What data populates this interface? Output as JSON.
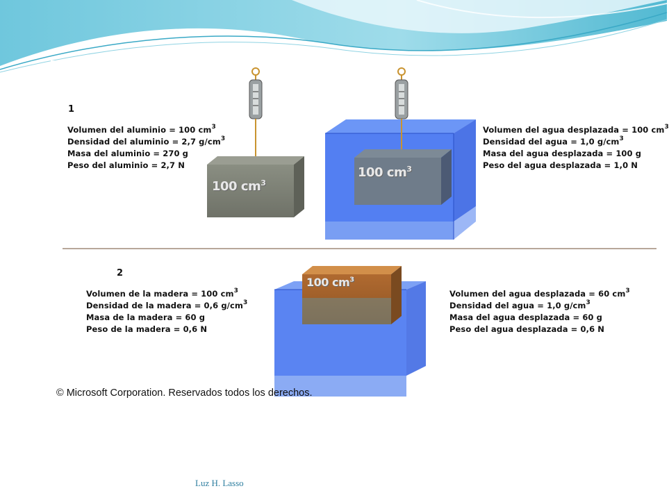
{
  "footer": {
    "author": "Luz H. Lasso"
  },
  "figure": {
    "copyright": "© Microsoft Corporation. Reservados todos los derechos.",
    "part1": {
      "step": "1",
      "left_lines": [
        "Volumen del aluminio = 100 cm",
        "Densidad del aluminio = 2,7 g/cm",
        "Masa del aluminio = 270 g",
        "Peso del aluminio = 2,7 N"
      ],
      "left_sups": [
        "3",
        "3",
        "",
        ""
      ],
      "right_lines": [
        "Volumen del agua desplazada = 100 cm",
        "Densidad del agua = 1,0 g/cm",
        "Masa del agua desplazada = 100 g",
        "Peso del agua desplazada = 1,0 N"
      ],
      "right_sups": [
        "3",
        "3",
        "",
        ""
      ],
      "cube_label_a": "100 cm",
      "cube_label_a_sup": "3",
      "cube_label_b": "100 cm",
      "cube_label_b_sup": "3"
    },
    "part2": {
      "step": "2",
      "left_lines": [
        "Volumen de la madera = 100 cm",
        "Densidad de la madera = 0,6 g/cm",
        "Masa de la madera = 60 g",
        "Peso de la madera = 0,6 N"
      ],
      "left_sups": [
        "3",
        "3",
        "",
        ""
      ],
      "right_lines": [
        "Volumen del agua desplazada = 60 cm",
        "Densidad del agua = 1,0 g/cm",
        "Masa del agua desplazada = 60 g",
        "Peso del agua desplazada = 0,6 N"
      ],
      "right_sups": [
        "3",
        "3",
        "",
        ""
      ],
      "cube_label": "100 cm",
      "cube_label_sup": "3"
    }
  },
  "colors": {
    "water": "#4a7cf0",
    "aluminium": "#7f8278",
    "wood": "#c07a38",
    "accent_teal": "#5bc3d6",
    "divider": "#b7a79a"
  }
}
